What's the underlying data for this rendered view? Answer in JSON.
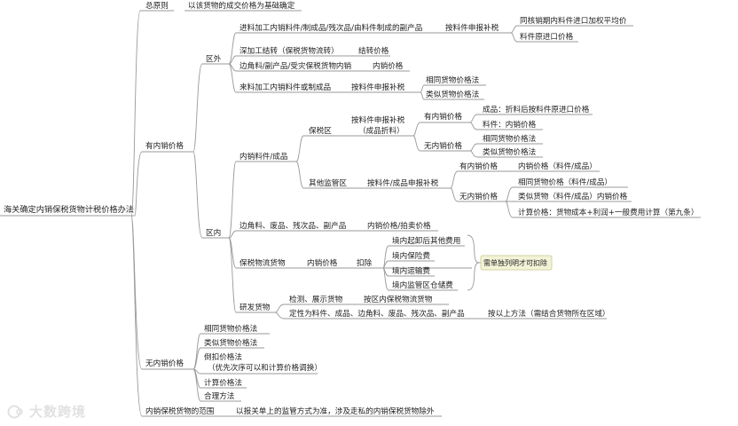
{
  "root": "海关确定内销保税货物计税价格办法",
  "general": {
    "label": "总原则",
    "text": "以该货物的成交价格为基础确定"
  },
  "with_price": {
    "label": "有内销价格",
    "outside": {
      "label": "区外",
      "processing_materials": "进料加工内销料件/制成品/残次品/由料件制成的副产品",
      "declare_materials": "按料件申报补税",
      "same_period_avg": "同核销期内料件进口加权平均价",
      "original_import_price": "料件原进口价格",
      "deep_processing": "深加工结转（保税货物流转）",
      "carry_over_price": "结转价格",
      "scraps": "边角料/副产品/受灾保税货物内销",
      "domestic_price": "内销价格",
      "incoming_processing": "来料加工内销料件或制成品",
      "declare_tax": "按料件申报补税",
      "identical_method": "相同货物价格法",
      "similar_method": "类似货物价格法"
    },
    "inside": {
      "label": "区内",
      "materials_products": "内销料件/成品",
      "bonded_zone": "保税区",
      "declare_finished": "按料件申报补税\n（成品折料）",
      "has_domestic": "有内销价格",
      "finished_conv": "成品：折料后按料件原进口价格",
      "materials_price": "料件：内销价格",
      "no_domestic": "无内销价格",
      "identical_method": "相同货物价格法",
      "similar_method": "类似货物价格法",
      "other_zone": "其他监管区",
      "declare_mat_or_fin": "按料件/成品申报补税",
      "has_domestic_2": "有内销价格",
      "domestic_price_mf": "内销价格（料件/成品）",
      "no_domestic_2": "无内销价格",
      "identical_mf": "相同货物价格（料件/成品）",
      "similar_mf": "类似货物（料件/成品）内销价格",
      "computed_price": "计算价格：货物成本+利润+一般费用计算（第九条）",
      "scraps": "边角料、废品、残次品、副产品",
      "auction_price": "内销价格/拍卖价格",
      "logistics": "保税物流货物",
      "domestic_price": "内销价格",
      "deduct": "扣除",
      "fee_unloading": "境内起卸后其他费用",
      "fee_insurance": "境内保险费",
      "fee_transport": "境内运输费",
      "fee_storage": "境内监管区仓储费",
      "callout": "需单独列明才可扣除",
      "rnd": "研发货物",
      "inspection": "检测、展示货物",
      "zone_logistics_rule": "按区内保税物流货物",
      "qualified": "定性为料件、成品、边角料、废品、残次品、副产品",
      "same_method": "按以上方法（需结合货物所在区域）"
    }
  },
  "without_price": {
    "label": "无内销价格",
    "items": [
      "相同货物价格法",
      "类似货物价格法",
      "倒扣价格法\n（优先次序可以和计算价格调换）",
      "计算价格法",
      "合理方法"
    ]
  },
  "scope": {
    "label": "内销保税货物的范围",
    "text": "以报关单上的监管方式为准，涉及走私的内销保税货物除外"
  },
  "watermark": "大数跨境"
}
